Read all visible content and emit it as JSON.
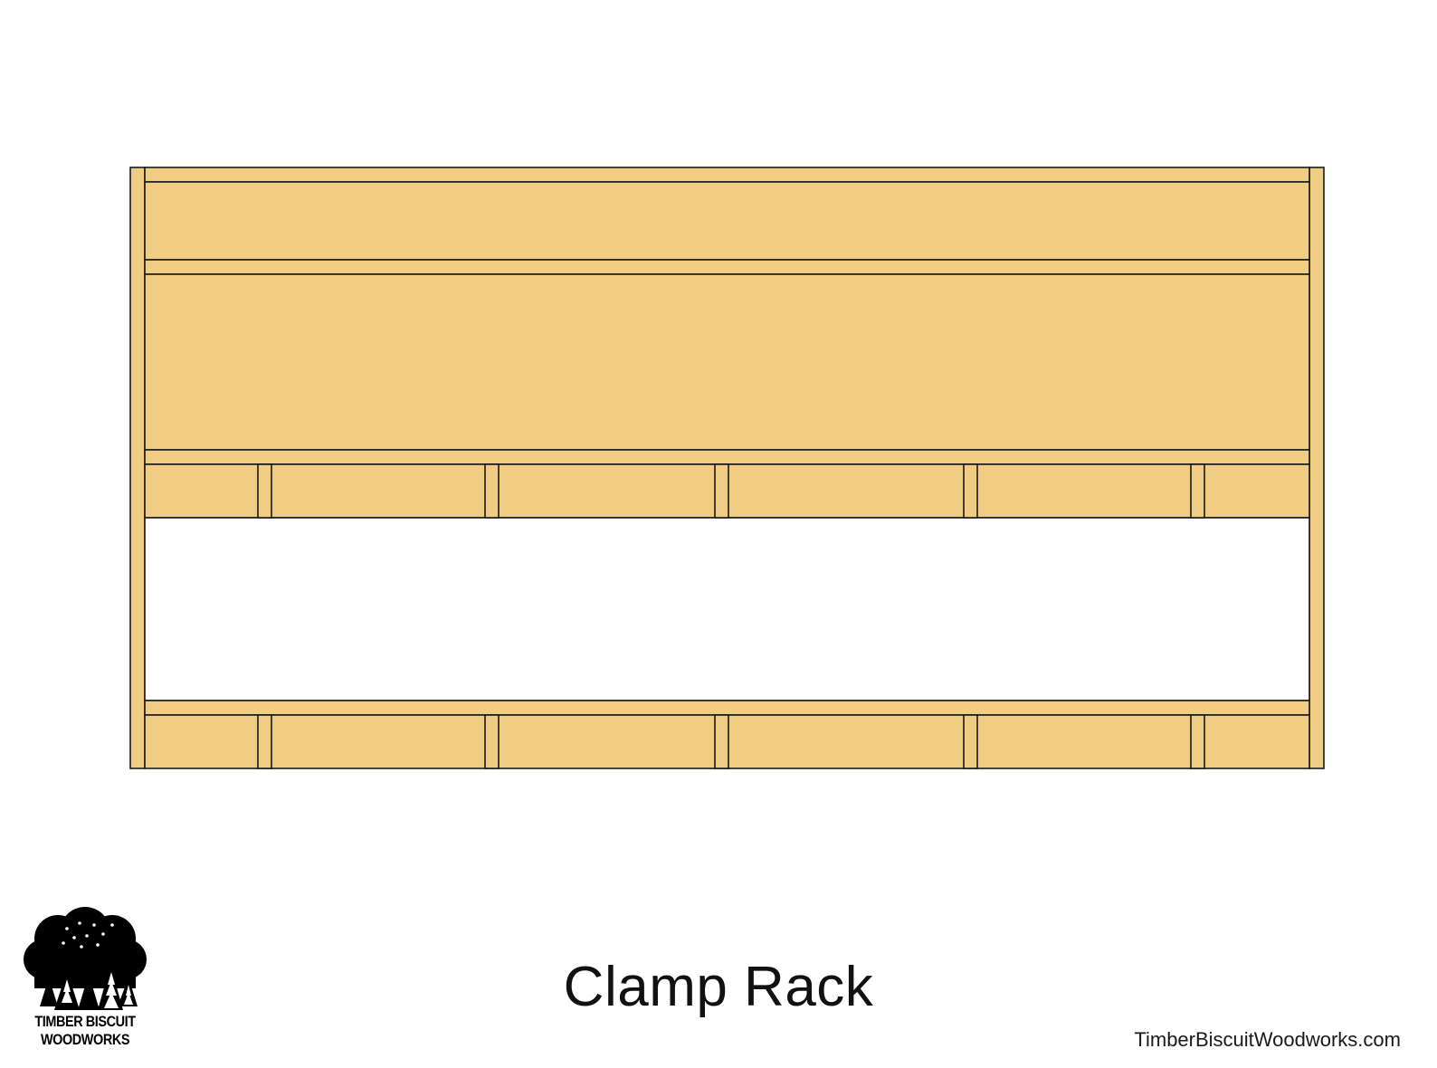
{
  "title": "Clamp Rack",
  "website": "TimberBiscuitWoodworks.com",
  "logo": {
    "icon": "tree-cloud-logo-icon",
    "line1": "TIMBER BISCUIT",
    "line2": "WOODWORKS"
  },
  "colors": {
    "wood": "#F0CD82",
    "stroke": "#1a1a1a",
    "background": "#ffffff"
  }
}
